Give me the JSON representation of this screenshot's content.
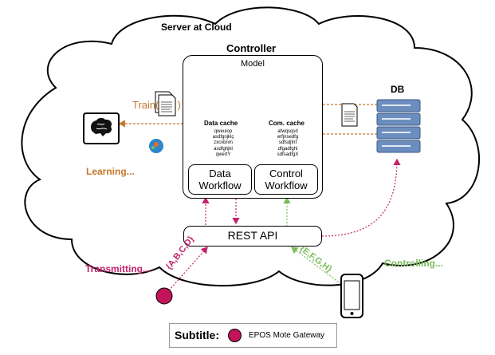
{
  "cloud": {
    "label": "Server at Cloud"
  },
  "controller": {
    "label": "Controller"
  },
  "model": {
    "label": "Model"
  },
  "db": {
    "label": "DB"
  },
  "data_cache": {
    "title": "Data cache",
    "lines": [
      "qweuiop",
      "asdfgnjklç",
      "zxcvbnm",
      "asdfghjkl",
      "qwertY"
    ]
  },
  "com_cache": {
    "title": "Com. cache",
    "lines": [
      "afwqsqsd",
      "erfjnsedfg",
      "sdfsdjfnf",
      "dfgadfghl",
      "sdfsadfgX"
    ]
  },
  "data_workflow": {
    "line1": "Data",
    "line2": "Workflow"
  },
  "control_workflow": {
    "line1": "Control",
    "line2": "Workflow"
  },
  "rest_api": {
    "label": "REST API"
  },
  "train": {
    "label": "Train(",
    "close": ")"
  },
  "learning": {
    "label": "Learning..."
  },
  "transmitting": {
    "label": "Transmitting..."
  },
  "controlling": {
    "label": "Controlling..."
  },
  "tx_set": {
    "label": "{A,B,C,D}"
  },
  "ctrl_set": {
    "label": "{E,F,G,H}"
  },
  "legend": {
    "title": "Subtitle:",
    "text": "EPOS Mote Gateway"
  },
  "colors": {
    "orange": "#c6782a",
    "magenta": "#c2246e",
    "green": "#7bbd5b",
    "mote": "#c2145a",
    "legend_border": "#999999"
  }
}
